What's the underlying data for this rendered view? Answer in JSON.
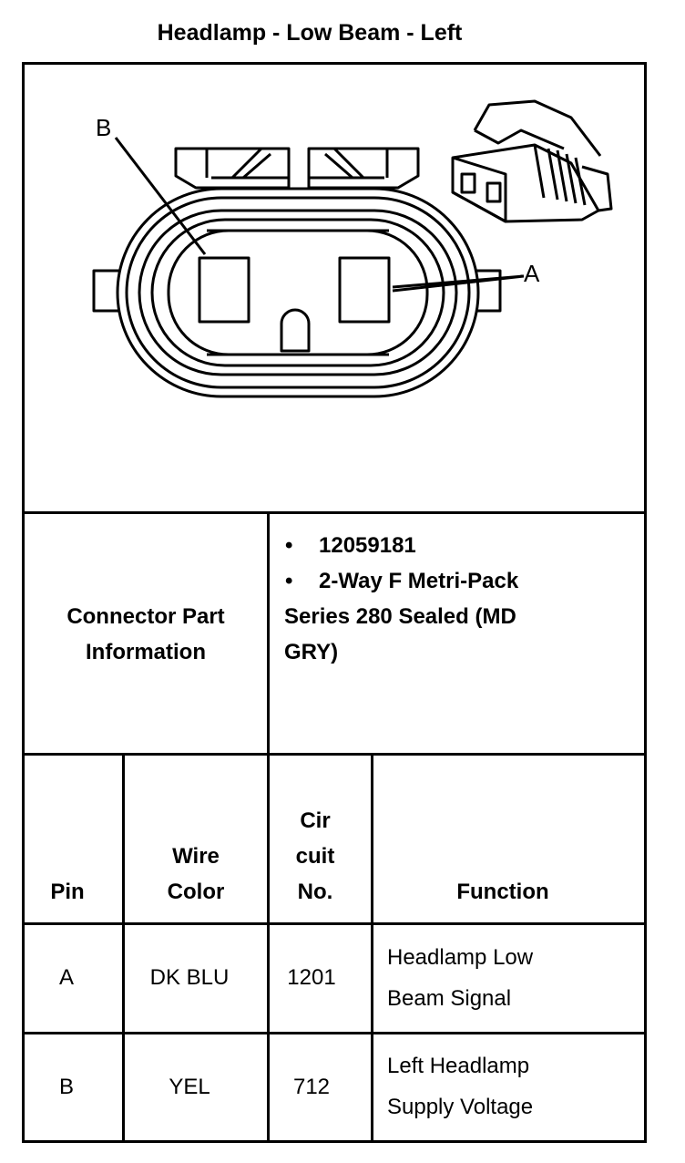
{
  "title": "Headlamp - Low Beam - Left",
  "diagram": {
    "pin_labels": [
      "B",
      "A"
    ]
  },
  "connector_info": {
    "label_line1": "Connector Part",
    "label_line2": "Information",
    "bullet_symbol": "•",
    "part_number": "12059181",
    "description_line1": "2-Way F Metri-Pack",
    "description_line2": "Series 280 Sealed (MD",
    "description_line3": "GRY)"
  },
  "pin_table": {
    "headers": {
      "pin": "Pin",
      "wire_color_line1": "Wire",
      "wire_color_line2": "Color",
      "circuit_line1": "Cir",
      "circuit_line2": "cuit",
      "circuit_line3": "No.",
      "function": "Function"
    },
    "rows": [
      {
        "pin": "A",
        "wire_color": "DK BLU",
        "circuit": "1201",
        "function_line1": "Headlamp Low",
        "function_line2": "Beam Signal"
      },
      {
        "pin": "B",
        "wire_color": "YEL",
        "circuit": "712",
        "function_line1": "Left Headlamp",
        "function_line2": "Supply Voltage"
      }
    ]
  }
}
